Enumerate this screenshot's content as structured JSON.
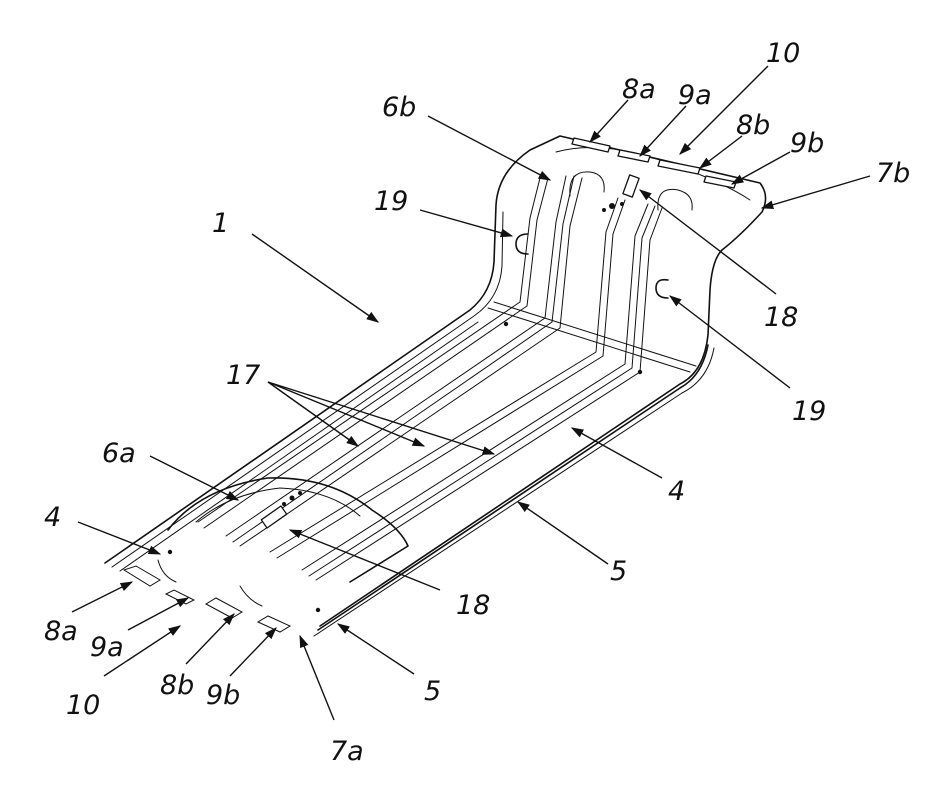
{
  "labels": {
    "l1": "1",
    "l4a": "4",
    "l4b": "4",
    "l5a": "5",
    "l5b": "5",
    "l6a": "6a",
    "l6b": "6b",
    "l7a": "7a",
    "l7b": "7b",
    "l8a_top": "8a",
    "l8a_bot": "8a",
    "l8b_top": "8b",
    "l8b_bot": "8b",
    "l9a_top": "9a",
    "l9a_bot": "9a",
    "l9b_top": "9b",
    "l9b_bot": "9b",
    "l10_top": "10",
    "l10_bot": "10",
    "l17": "17",
    "l18a": "18",
    "l18b": "18",
    "l19a": "19",
    "l19b": "19"
  }
}
